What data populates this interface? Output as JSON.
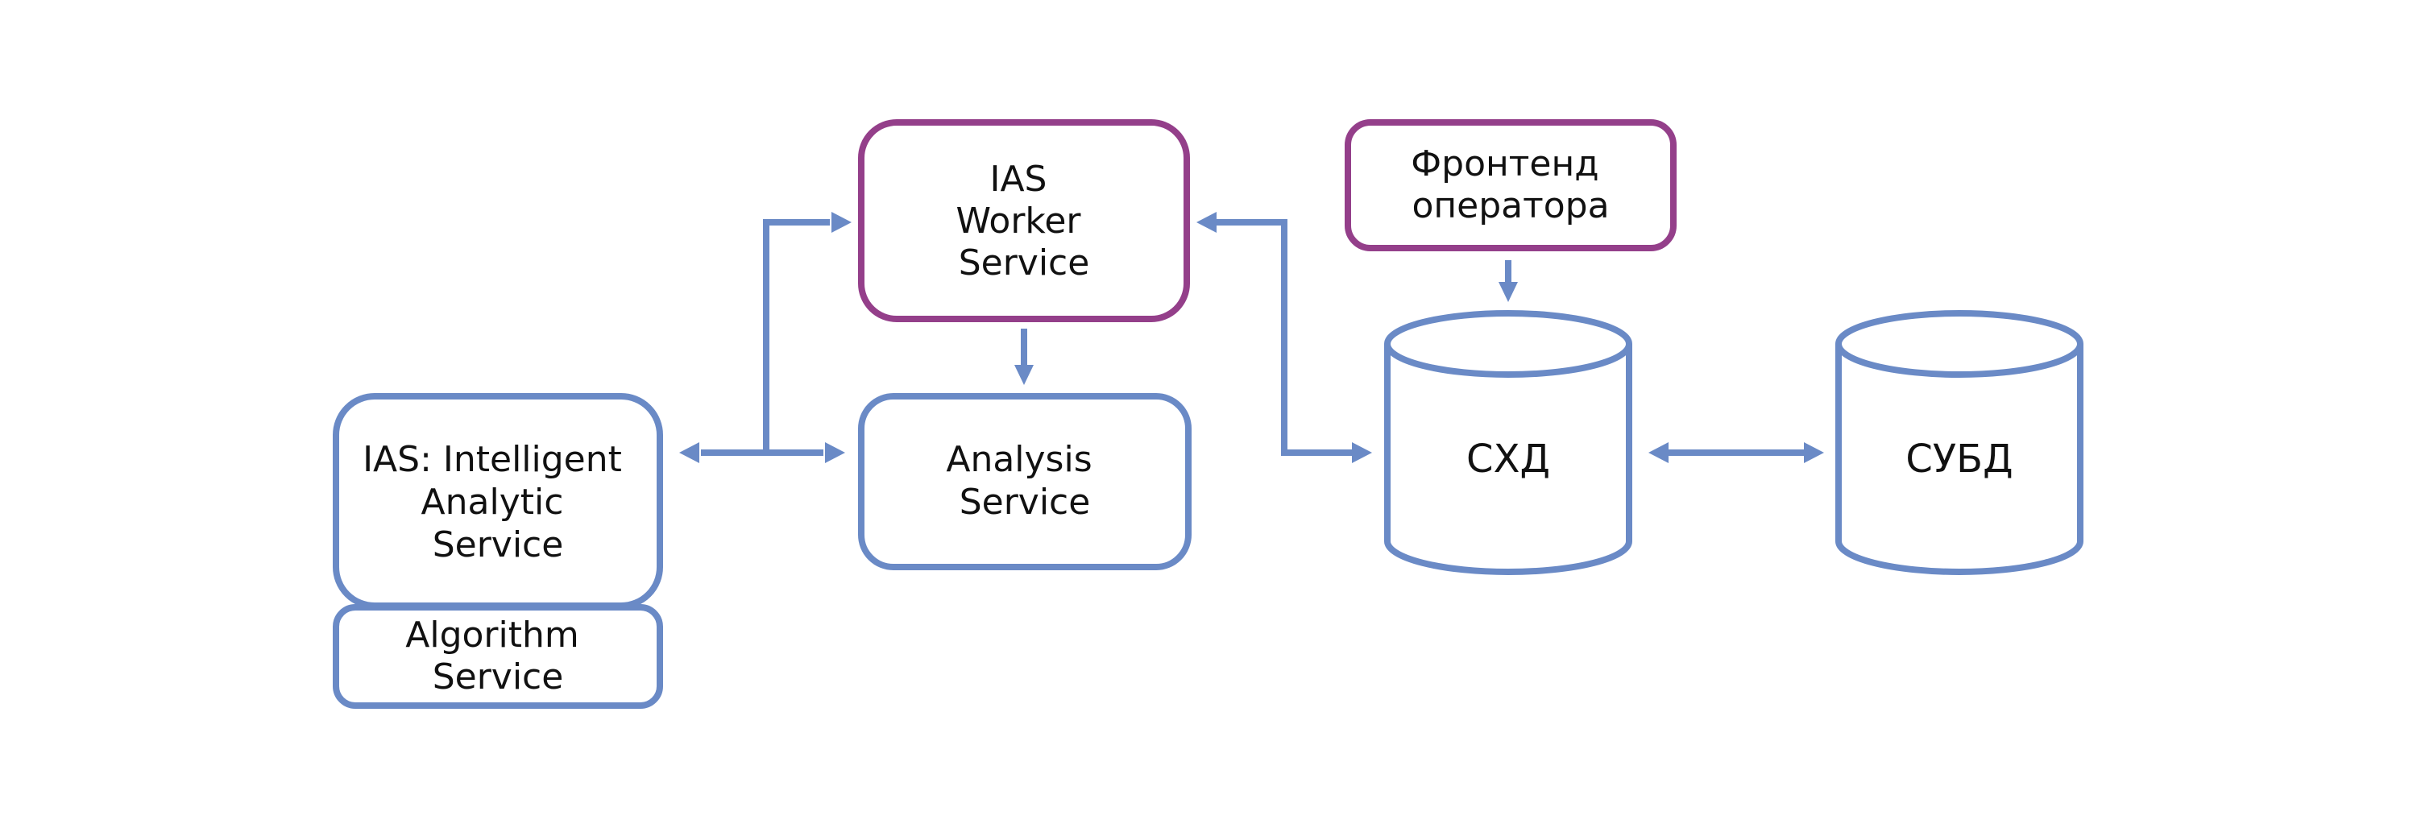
{
  "colors": {
    "service_stroke": "#6A8AC6",
    "highlight_stroke": "#943F8A",
    "text": "#111111",
    "background": "#FFFFFF"
  },
  "nodes": {
    "ias": {
      "lines": [
        "IAS: Intelligent",
        "Analytic",
        "Service"
      ]
    },
    "algorithm": {
      "lines": [
        "Algorithm",
        "Service"
      ]
    },
    "worker": {
      "lines": [
        "IAS",
        "Worker",
        "Service"
      ]
    },
    "analysis": {
      "lines": [
        "Analysis",
        "Service"
      ]
    },
    "frontend": {
      "lines": [
        "Фронтенд",
        "оператора"
      ]
    },
    "storage": {
      "lines": [
        "СХД"
      ]
    },
    "dbms": {
      "lines": [
        "СУБД"
      ]
    }
  },
  "edges": [
    {
      "from": "ias",
      "to": "analysis",
      "type": "bidirectional"
    },
    {
      "from": "ias",
      "to": "worker",
      "type": "bidirectional"
    },
    {
      "from": "worker",
      "to": "analysis",
      "type": "directed"
    },
    {
      "from": "storage",
      "to": "worker",
      "type": "bidirectional"
    },
    {
      "from": "frontend",
      "to": "storage",
      "type": "directed"
    },
    {
      "from": "storage",
      "to": "dbms",
      "type": "bidirectional"
    }
  ]
}
